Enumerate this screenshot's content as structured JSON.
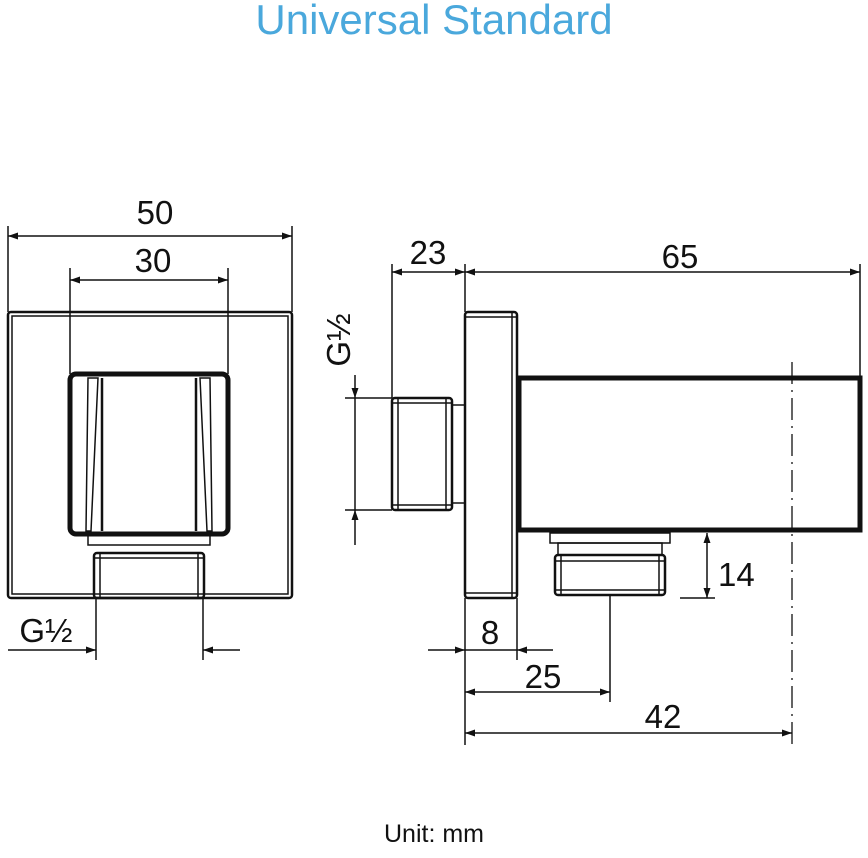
{
  "title": "Universal Standard",
  "unit_label": "Unit: mm",
  "front_view": {
    "width_outer": "50",
    "width_inner": "30",
    "thread": "G½"
  },
  "side_view": {
    "nipple_length": "23",
    "projection": "65",
    "thread": "G½",
    "outlet_height": "14",
    "flange_thickness": "8",
    "outlet_offset": "25",
    "center_offset": "42"
  },
  "colors": {
    "title": "#4aa8dc",
    "line": "#111111"
  }
}
